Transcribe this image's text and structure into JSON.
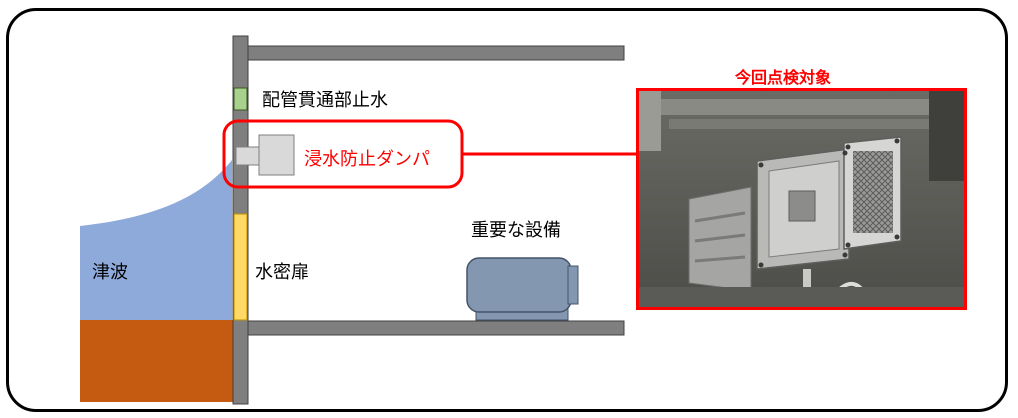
{
  "labels": {
    "pipe_seal": "配管貫通部止水",
    "damper": "浸水防止ダンパ",
    "important_equipment": "重要な設備",
    "tsunami": "津波",
    "watertight_door": "水密扉",
    "inspection_target": "今回点検対象"
  },
  "colors": {
    "tsunami_water": "#8eaadb",
    "ground": "#c55a11",
    "wall": "#7f7f7f",
    "pipe_seal": "#a9d18e",
    "watertight_door": "#ffd966",
    "highlight": "#ff0000",
    "damper_box": "#d9d9d9",
    "equipment": "#8497b0"
  }
}
